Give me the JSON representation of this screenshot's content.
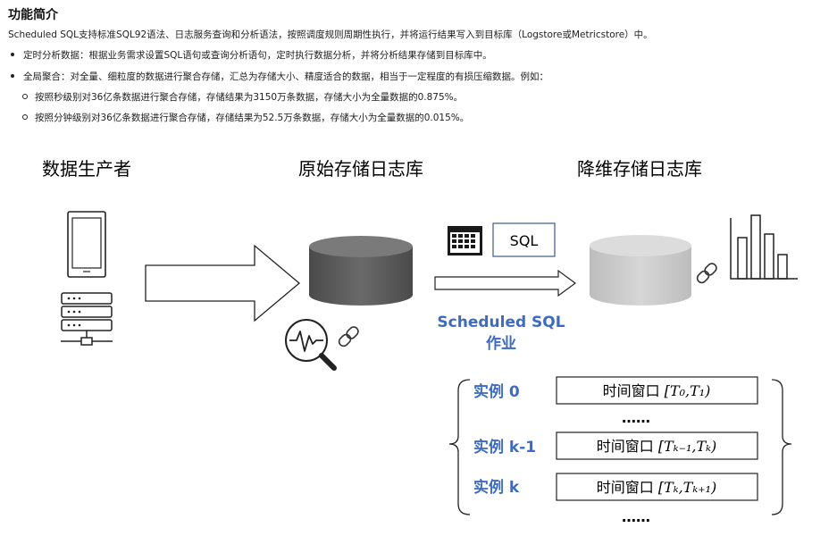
{
  "section": {
    "title": "功能简介",
    "intro": "Scheduled SQL支持标准SQL92语法、日志服务查询和分析语法，按照调度规则周期性执行，并将运行结果写入到目标库（Logstore或Metricstore）中。",
    "bullets": [
      "定时分析数据：根据业务需求设置SQL语句或查询分析语句，定时执行数据分析，并将分析结果存储到目标库中。",
      "全局聚合：对全量、细粒度的数据进行聚合存储，汇总为存储大小、精度适合的数据，相当于一定程度的有损压缩数据。例如："
    ],
    "sub_bullets": [
      "按照秒级别对36亿条数据进行聚合存储，存储结果为3150万条数据，存储大小为全量数据的0.875%。",
      "按照分钟级别对36亿条数据进行聚合存储，存储结果为52.5万条数据，存储大小为全量数据的0.015%。"
    ]
  },
  "diagram": {
    "producer_title": "数据生产者",
    "source_title": "原始存储日志库",
    "target_title": "降维存储日志库",
    "sql_label": "SQL",
    "job_title_line1": "Scheduled SQL",
    "job_title_line2": "作业",
    "instances": [
      {
        "label": "实例 0",
        "window_text": "时间窗口 ",
        "window_range": "[T₀,T₁)"
      },
      {
        "label": "实例 k-1",
        "window_text": "时间窗口 ",
        "window_range": "[Tₖ₋₁,Tₖ)"
      },
      {
        "label": "实例 k",
        "window_text": "时间窗口 ",
        "window_range": "[Tₖ,Tₖ₊₁)"
      }
    ],
    "ellipsis": "……",
    "colors": {
      "accent_blue": "#3d6bbf",
      "cylinder_dark": "#555555",
      "cylinder_light": "#c4c4c4"
    }
  }
}
